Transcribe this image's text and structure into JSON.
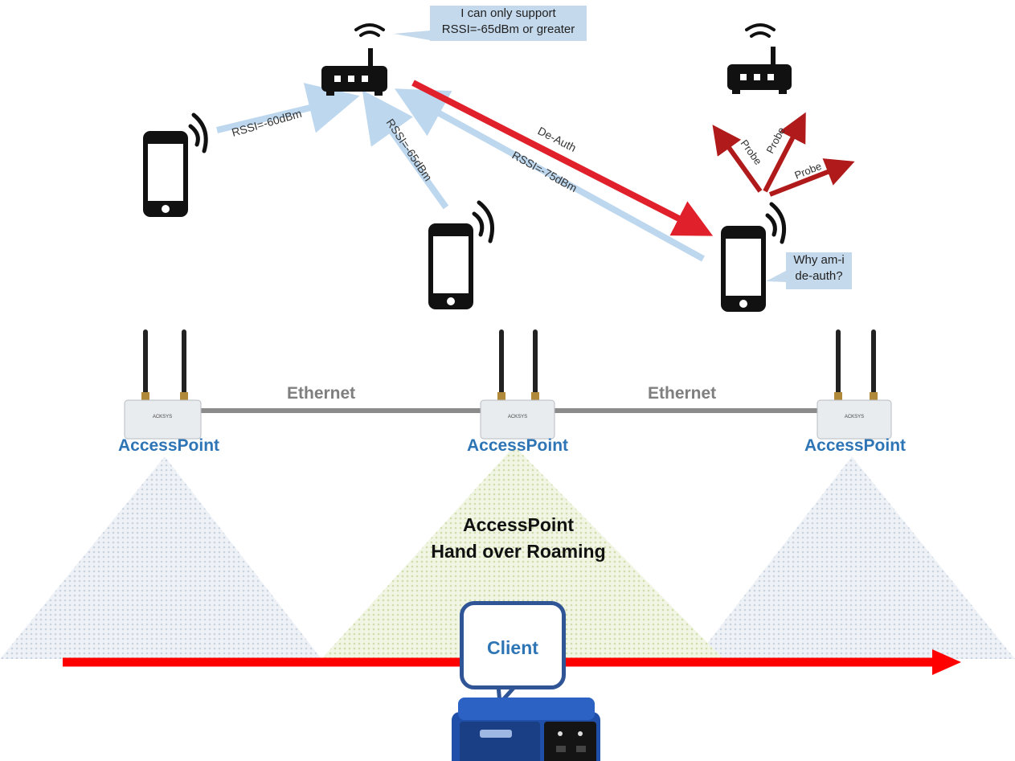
{
  "callouts": {
    "ap_support_line1": "I can only support",
    "ap_support_line2": "RSSI=-65dBm or greater",
    "why_line1": "Why am-i",
    "why_line2": "de-auth?"
  },
  "signal_labels": {
    "rssi_60": "RSSI=-60dBm",
    "rssi_65": "RSSI=-65dBm",
    "rssi_75": "RSSI=-75dBm",
    "deauth": "De-Auth",
    "probe": "Probe"
  },
  "network": {
    "access_point_label": "AccessPoint",
    "ethernet_label": "Ethernet",
    "device_brand": "ACKSYS"
  },
  "center_title": {
    "line1": "AccessPoint",
    "line2": "Hand over Roaming"
  },
  "client": {
    "label": "Client"
  },
  "colors": {
    "signal_arrow": "#bdd7ee",
    "deauth_arrow": "#e0202a",
    "probe_arrow": "#b01a1a",
    "ethernet_line": "#8c8c8c",
    "ap_label": "#2e75b6",
    "coverage_side": "#dfe6ee",
    "coverage_center": "#e8efd2",
    "motion_arrow": "#ff0000",
    "client_bubble_border": "#2f5597"
  },
  "icons": [
    "router-icon",
    "smartphone-icon",
    "wifi-waves-icon",
    "access-point-device-icon",
    "vehicle-icon"
  ]
}
